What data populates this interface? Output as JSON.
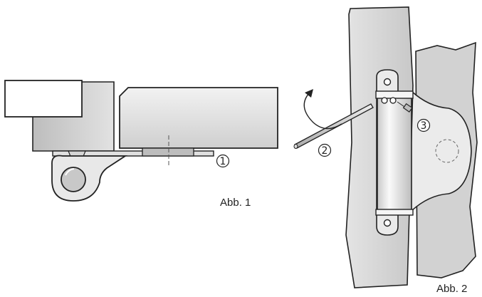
{
  "figure_1": {
    "caption": "Abb. 1",
    "callout": "1"
  },
  "figure_2": {
    "caption": "Abb. 2",
    "callouts": [
      "2",
      "3"
    ]
  },
  "colors": {
    "outline": "#222222",
    "fill_light": "#e6e6e6",
    "fill_mid": "#cfcfcf",
    "fill_dark": "#b9b9b9",
    "door_fill": "#d0d0d0"
  }
}
